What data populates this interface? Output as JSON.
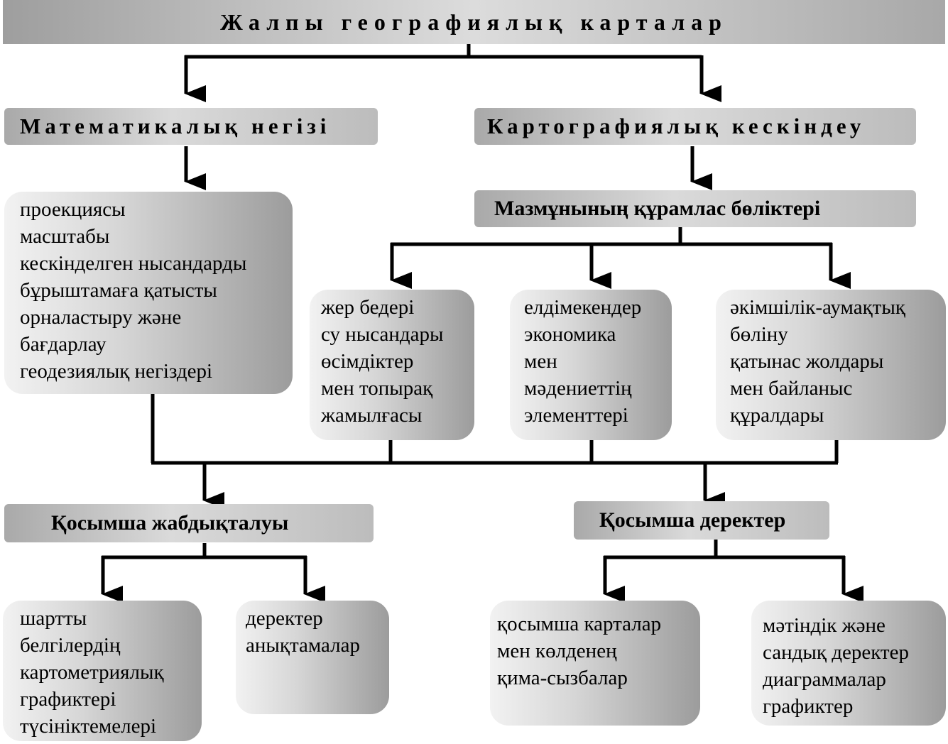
{
  "title": "Жалпы географиялық карталар",
  "math_basis": {
    "label": "Математикалық негізі",
    "items": [
      "проекциясы",
      "масштабы",
      "кескінделген нысандарды",
      "бұрыштамаға қатысты",
      "орналастыру және",
      "бағдарлау",
      "геодезиялық негіздері"
    ]
  },
  "cartographic": {
    "label": "Картографиялық кескіндеу",
    "components_label": "Мазмұнының құрамлас бөліктері",
    "natural": [
      "жер бедері",
      "су нысандары",
      "өсімдіктер",
      "мен топырақ",
      "жамылғасы"
    ],
    "social": [
      "елдімекендер",
      "экономика",
      "мен",
      "мәдениеттің",
      "элементтері"
    ],
    "admin": [
      "әкімшілік-аумақтық",
      "бөліну",
      "қатынас жолдары",
      "мен байланыс",
      "құралдары"
    ]
  },
  "supplementary_equipment": {
    "label": "Қосымша жабдықталуы",
    "legend": [
      "шартты",
      "белгілердің",
      "картометриялық",
      "графиктері",
      "түсініктемелері"
    ],
    "references": [
      "деректер",
      "анықтамалар"
    ]
  },
  "additional_data": {
    "label": "Қосымша деректер",
    "maps": [
      "қосымша карталар",
      "мен көлденең",
      "қима-сызбалар"
    ],
    "text": [
      "мәтіндік және",
      "сандық деректер",
      "диаграммалар",
      "графиктер"
    ]
  }
}
